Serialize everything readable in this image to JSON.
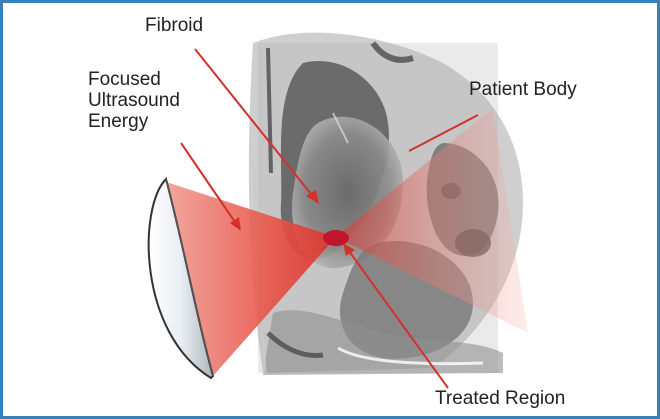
{
  "labels": {
    "fibroid": "Fibroid",
    "focused_ultrasound": "Focused\nUltrasound\nEnergy",
    "patient_body": "Patient Body",
    "treated_region": "Treated Region"
  },
  "colors": {
    "frame_border": "#3a7fb5",
    "beam": "#e8453a",
    "pointer_line": "#d6302a",
    "treated_region": "#c0152b"
  },
  "icons": {
    "transducer": "ultrasound-transducer-icon"
  }
}
